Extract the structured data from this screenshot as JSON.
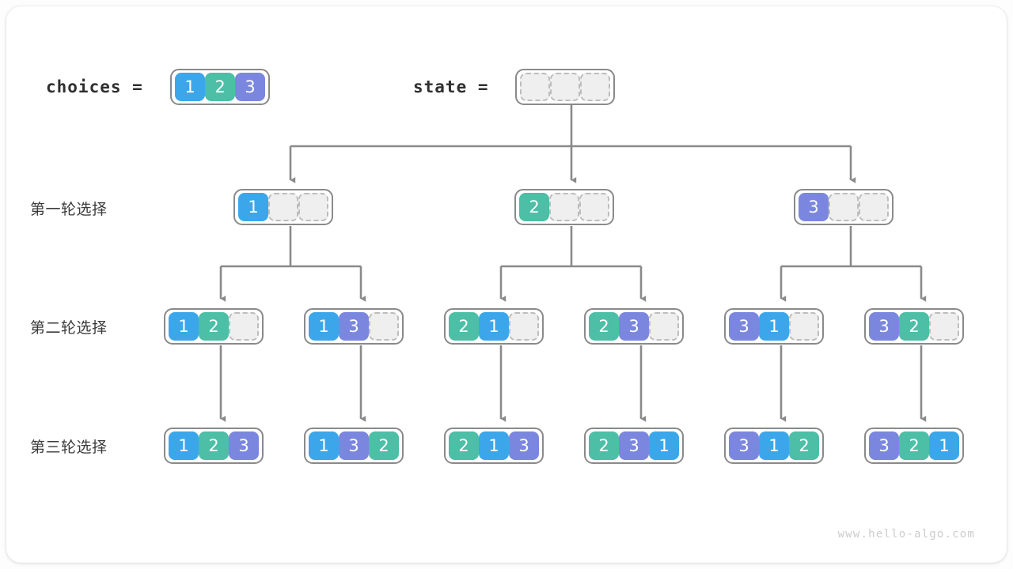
{
  "meta": {
    "watermark": "www.hello-algo.com",
    "palette": {
      "value_1": "#3BA7EA",
      "value_2": "#4CBFA6",
      "value_3": "#7B87DE",
      "empty_fill": "#EFEFEF",
      "empty_border": "#BDBDBD",
      "array_border": "#8A8A8A",
      "wire": "#8A8A8A",
      "card_bg": "#FFFFFF",
      "text": "#3B3B3B",
      "watermark_color": "#CCCCCC"
    }
  },
  "header": {
    "choices_label": "choices  =",
    "choices_values": [
      "1",
      "2",
      "3"
    ],
    "state_label": "state  =",
    "state_values": [
      "",
      "",
      ""
    ]
  },
  "rows": [
    {
      "label": "第一轮选择"
    },
    {
      "label": "第二轮选择"
    },
    {
      "label": "第三轮选择"
    }
  ],
  "level1": [
    {
      "values": [
        "1",
        "",
        ""
      ]
    },
    {
      "values": [
        "2",
        "",
        ""
      ]
    },
    {
      "values": [
        "3",
        "",
        ""
      ]
    }
  ],
  "level2": [
    {
      "values": [
        "1",
        "2",
        ""
      ]
    },
    {
      "values": [
        "1",
        "3",
        ""
      ]
    },
    {
      "values": [
        "2",
        "1",
        ""
      ]
    },
    {
      "values": [
        "2",
        "3",
        ""
      ]
    },
    {
      "values": [
        "3",
        "1",
        ""
      ]
    },
    {
      "values": [
        "3",
        "2",
        ""
      ]
    }
  ],
  "level3": [
    {
      "values": [
        "1",
        "2",
        "3"
      ]
    },
    {
      "values": [
        "1",
        "3",
        "2"
      ]
    },
    {
      "values": [
        "2",
        "1",
        "3"
      ]
    },
    {
      "values": [
        "2",
        "3",
        "1"
      ]
    },
    {
      "values": [
        "3",
        "1",
        "2"
      ]
    },
    {
      "values": [
        "3",
        "2",
        "1"
      ]
    }
  ]
}
